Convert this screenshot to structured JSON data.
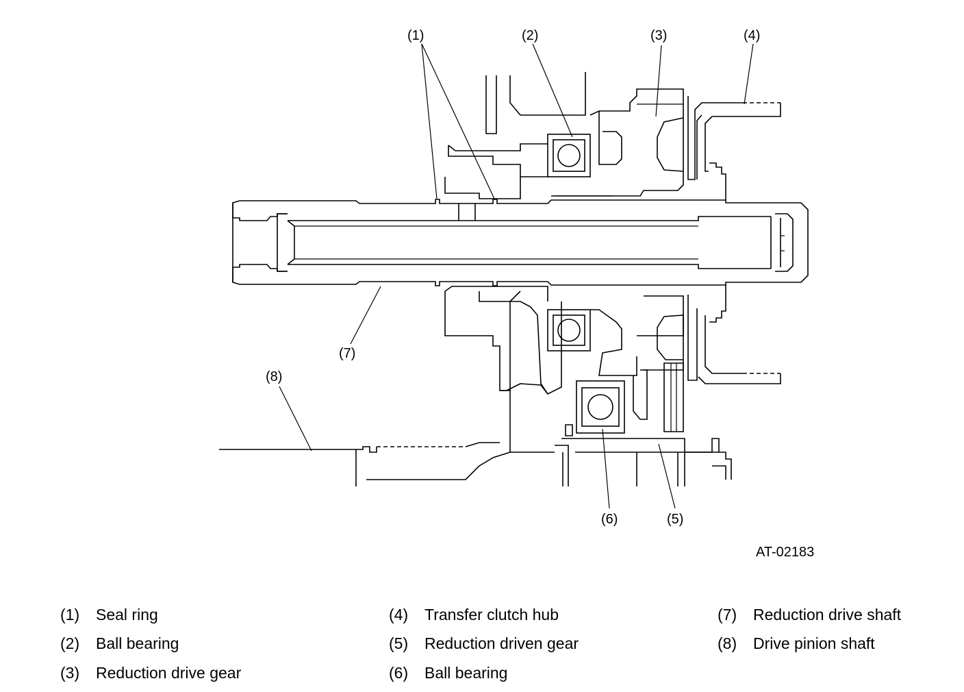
{
  "diagram": {
    "callouts": [
      "(1)",
      "(2)",
      "(3)",
      "(4)",
      "(5)",
      "(6)",
      "(7)",
      "(8)"
    ],
    "figure_code": "AT-02183"
  },
  "legend": [
    {
      "num": "(1)",
      "label": "Seal ring"
    },
    {
      "num": "(2)",
      "label": "Ball bearing"
    },
    {
      "num": "(3)",
      "label": "Reduction drive gear"
    },
    {
      "num": "(4)",
      "label": "Transfer clutch hub"
    },
    {
      "num": "(5)",
      "label": "Reduction driven gear"
    },
    {
      "num": "(6)",
      "label": "Ball bearing"
    },
    {
      "num": "(7)",
      "label": "Reduction drive shaft"
    },
    {
      "num": "(8)",
      "label": "Drive pinion shaft"
    }
  ]
}
